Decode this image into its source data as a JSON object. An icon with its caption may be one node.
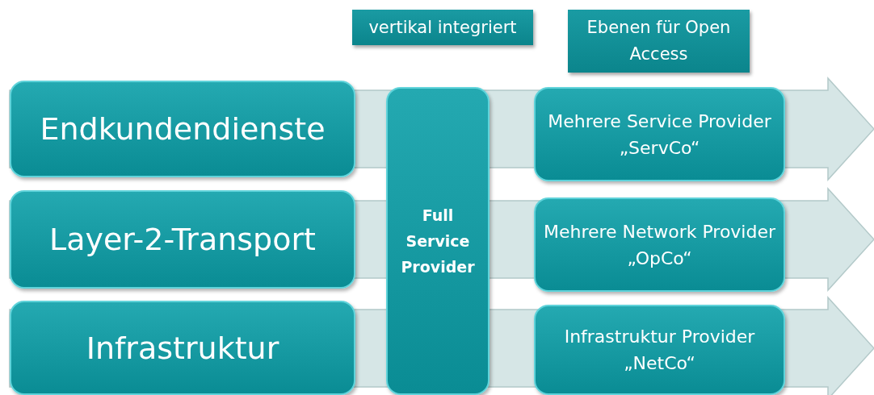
{
  "diagram": {
    "nodes": [
      {
        "text": [
          "vertikal integriert"
        ]
      },
      {
        "text": [
          "Ebenen für Open Access"
        ]
      },
      {
        "text": [
          "Endkundendienste"
        ]
      },
      {
        "text": [
          "Full Service Provider"
        ]
      },
      {
        "text": [
          "Mehrere Service Provider",
          "„ServCo“"
        ]
      },
      {
        "text": [
          "Layer-2-Transport"
        ]
      },
      {
        "text": [
          "Mehrere Network Provider",
          "„OpCo“"
        ]
      },
      {
        "text": [
          "Infrastruktur"
        ]
      },
      {
        "text": [
          "Infrastruktur Provider",
          "„NetCo“"
        ]
      }
    ],
    "edges": []
  }
}
